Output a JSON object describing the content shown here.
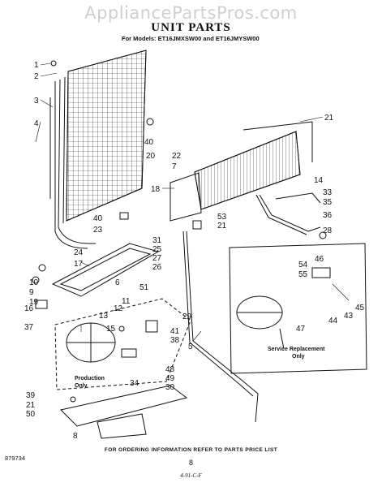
{
  "watermark": "AppliancePartsPros.com",
  "title": "UNIT PARTS",
  "subtitle": "For Models: ET16JMXSW00 and ET16JMYSW00",
  "inline_labels": {
    "production_only": [
      "Production",
      "Only"
    ],
    "service_replacement": [
      "Service Replacement",
      "Only"
    ]
  },
  "footer": {
    "note": "FOR ORDERING INFORMATION REFER TO PARTS PRICE LIST",
    "part_number": "879734",
    "page": "8",
    "print_code": "4-91-C-F"
  },
  "callouts": [
    "1",
    "2",
    "3",
    "4",
    "40",
    "20",
    "21",
    "22",
    "7",
    "18",
    "14",
    "33",
    "35",
    "36",
    "28",
    "40",
    "23",
    "53",
    "21",
    "31",
    "25",
    "27",
    "26",
    "24",
    "17",
    "10",
    "9",
    "19",
    "16",
    "6",
    "51",
    "11",
    "12",
    "13",
    "15",
    "29",
    "37",
    "41",
    "38",
    "46",
    "54",
    "55",
    "45",
    "43",
    "44",
    "47",
    "5",
    "48",
    "49",
    "30",
    "34",
    "39",
    "21",
    "50",
    "8"
  ]
}
